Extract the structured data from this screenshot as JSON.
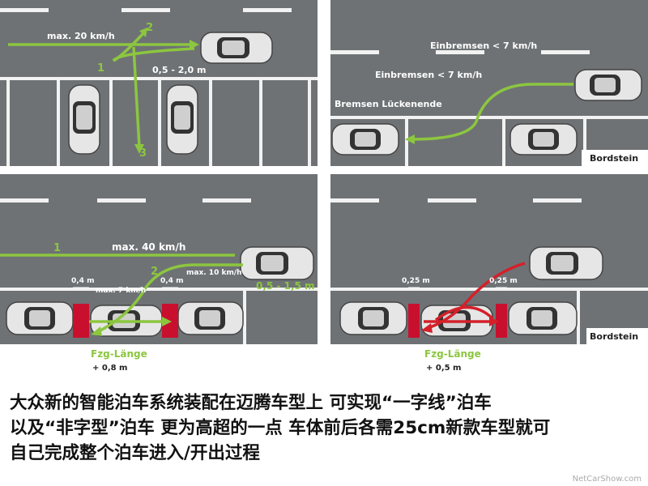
{
  "panels": {
    "top_left": {
      "speed_label": "max. 20 km/h",
      "step_1": "1",
      "step_2": "2",
      "step_3": "3",
      "distance_label": "0,5 - 2,0 m"
    },
    "top_right": {
      "brake_label_1": "Einbremsen < 7 km/h",
      "brake_label_2": "Einbremsen < 7 km/h",
      "brake_gap_label": "Bremsen Lückenende",
      "curb_label": "Bordstein"
    },
    "bottom_left": {
      "step_1": "1",
      "step_2": "2",
      "speed_main": "max. 40 km/h",
      "speed_reverse": "max. 10 km/h",
      "distance_label": "0,5 - 1,5 m",
      "gap_left": "0,4 m",
      "gap_right": "0,4 m",
      "speed_gap": "max. 7 km/h",
      "length_label": "Fzg-Länge",
      "length_value": "+ 0,8 m"
    },
    "bottom_right": {
      "gap_left": "0,25 m",
      "gap_right": "0,25 m",
      "length_label": "Fzg-Länge",
      "length_value": "+ 0,5 m",
      "curb_label": "Bordstein"
    }
  },
  "caption": {
    "line_1": "大众新的智能泊车系统装配在迈腾车型上 可实现“一字线”泊车",
    "line_2": "以及“非字型”泊车 更为高超的一点 车体前后各需25cm新款车型就可",
    "line_3": "自己完成整个泊车进入/开出过程"
  },
  "watermark": "NetCarShow.com",
  "colors": {
    "asphalt": "#6e7275",
    "green_arrow": "#8cc63f",
    "red_arrow": "#d4202a",
    "red_block": "#c8102e",
    "white_line": "#f2f2f2"
  }
}
